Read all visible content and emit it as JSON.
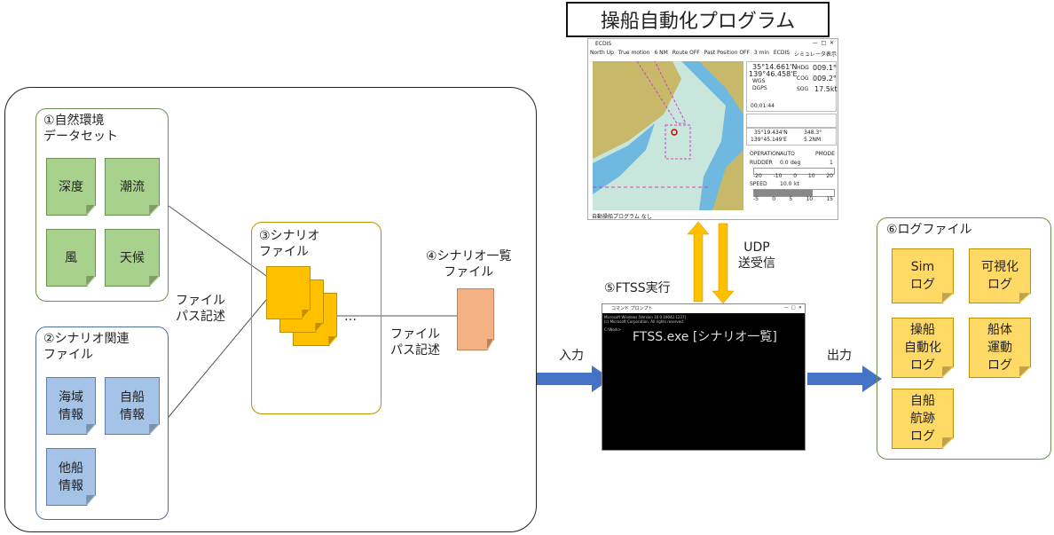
{
  "title": "操船自動化プログラム",
  "box1": {
    "title": "①自然環境\nデータセット",
    "docs": [
      "深度",
      "潮流",
      "風",
      "天候"
    ]
  },
  "box2": {
    "title": "②シナリオ関連\nファイル",
    "docs": [
      "海域\n情報",
      "自船\n情報",
      "他船\n情報"
    ]
  },
  "filepath1": "ファイル\nパス記述",
  "box3": {
    "title": "③シナリオ\nファイル",
    "ellipsis": "…"
  },
  "list_file": "④シナリオ一覧\nファイル",
  "filepath2": "ファイル\nパス記述",
  "input": "入力",
  "output": "出力",
  "udp": "UDP\n送受信",
  "ftss": "⑤FTSS実行",
  "console": {
    "title": "コマンド プロンプト",
    "line1": "Microsoft Windows [Version 10.0.19042.1237]",
    "line2": "(c) Microsoft Corporation. All rights reserved.",
    "prompt": "C:\\Work>",
    "command": "FTSS.exe [シナリオ一覧]"
  },
  "ecdis": {
    "title": "ECDIS",
    "toolbar": [
      "North Up",
      "True motion",
      "6 NM",
      "Route OFF",
      "Past Position OFF",
      "3 min",
      "ECDIS",
      "シミュレータ表示"
    ],
    "lat": "35°14.661'N",
    "lon": "139°46.458'E",
    "datum": "WGS",
    "dgps": "DGPS",
    "hdg_l": "HDG",
    "hdg": "009.1°",
    "cog_l": "COG",
    "cog": "009.2°",
    "sog_l": "SOG",
    "sog": "17.5kt",
    "time": "00:01:44",
    "cur_lat": "35°19.434'N",
    "cur_lon": "139°45.149'E",
    "brg": "348.3°",
    "dist": "5.2NM",
    "operation": "OPERATION",
    "auto": "AUTO",
    "pmode": "PMODE",
    "pmode_v": "1",
    "rudder": "RUDDER",
    "rudder_v": "0.0",
    "deg": "deg",
    "rudder_ticks": [
      "-20",
      "-10",
      "0",
      "10",
      "20"
    ],
    "speed": "SPEED",
    "speed_v": "10.0",
    "kt": "kt",
    "speed_ticks": [
      "-5",
      "0",
      "5",
      "10",
      "15"
    ],
    "status": "自動操船プログラム なし"
  },
  "box6": {
    "title": "⑥ログファイル",
    "docs": [
      "Sim\nログ",
      "可視化\nログ",
      "操船\n自動化\nログ",
      "船体\n運動\nログ",
      "自船\n航跡\nログ"
    ]
  },
  "colors": {
    "green": "#a9d18e",
    "blue": "#a5c3e6",
    "yellow": "#ffd966",
    "orange": "#ffc000",
    "salmon": "#f4b183",
    "arrow": "#4472c4"
  }
}
